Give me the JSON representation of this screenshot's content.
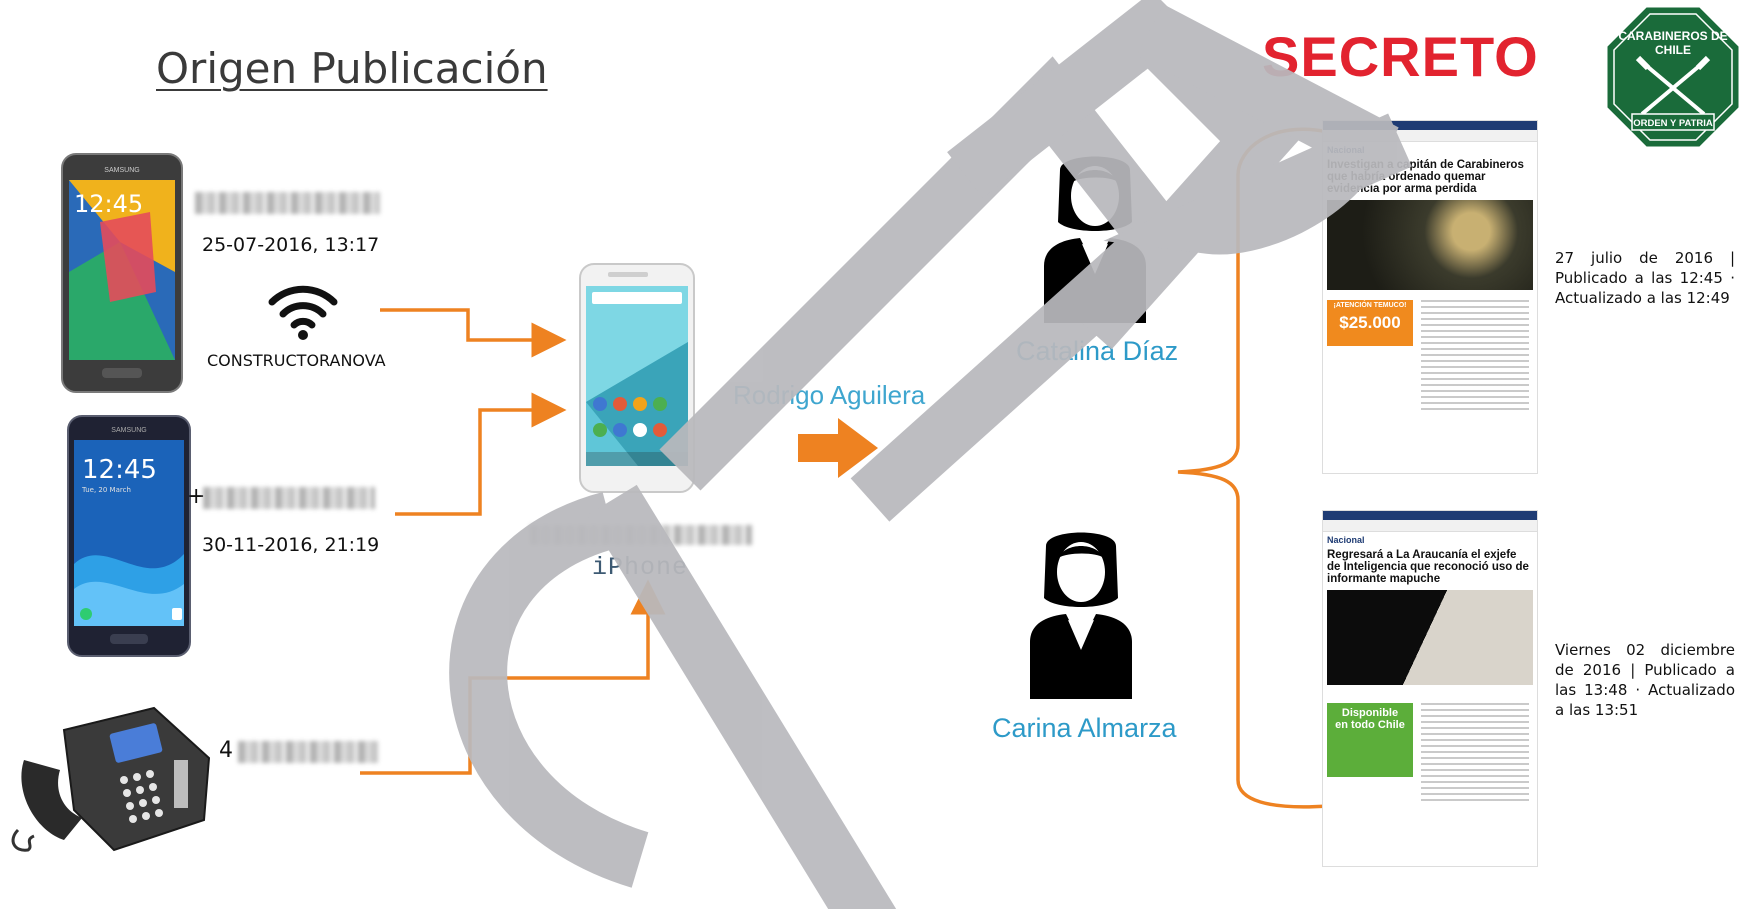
{
  "title": "Origen Publicación",
  "stamp": "SECRETO",
  "logo": {
    "line1": "CARABINEROS DE",
    "line2": "CHILE",
    "ribbon": "ORDEN Y PATRIA"
  },
  "sources": [
    {
      "device": "samsung-galaxy-phone",
      "brand_text": "SAMSUNG",
      "clock": "12:45",
      "date": "25-07-2016, 13:17",
      "network": "CONSTRUCTORANOVA"
    },
    {
      "device": "samsung-galaxy-phone-2",
      "brand_text": "SAMSUNG",
      "clock": "12:45",
      "clock_sub": "Tue, 20 March",
      "prefix": "+",
      "date": "30-11-2016, 21:19"
    },
    {
      "device": "desk-telephone",
      "prefix": "4"
    }
  ],
  "target_phone": {
    "label": "iPhone"
  },
  "intermediary": "Rodrigo Aguilera",
  "persons": [
    {
      "name": "Catalina Díaz"
    },
    {
      "name": "Carina Almarza"
    }
  ],
  "articles": [
    {
      "section": "Nacional",
      "headline": "Investigan a capitán de Carabineros que habría ordenado quemar evidencia por arma perdida",
      "promo_line1": "¡ATENCIÓN TEMUCO!",
      "promo_price": "$25.000",
      "note": "27 julio de 2016 | Publicado a las 12:45 · Actualizado a las 12:49"
    },
    {
      "section": "Nacional",
      "headline": "Regresará a La Araucanía el exjefe de Inteligencia que reconoció uso de informante mapuche",
      "promo_line1": "Disponible",
      "promo_line2": "en todo Chile",
      "note": "Viernes 02 diciembre de 2016 | Publicado a las 13:48 · Actualizado a las 13:51"
    }
  ],
  "watermark": "CIPER",
  "colors": {
    "arrow": "#ee8221",
    "stamp": "#e2232f",
    "names": "#2d9ac8",
    "watermark": "#b9b9bd",
    "logo": "#1a6b3a"
  }
}
